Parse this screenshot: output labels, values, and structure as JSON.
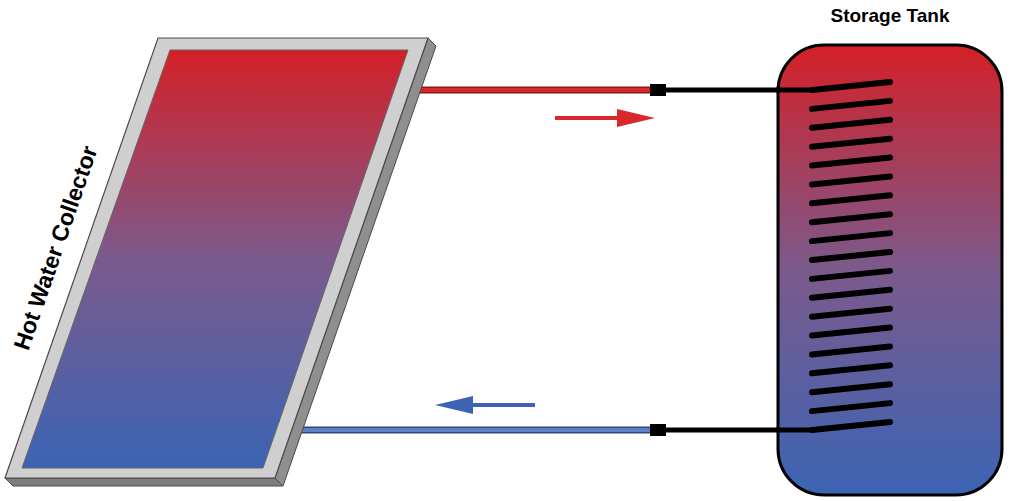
{
  "diagram": {
    "nodes": [
      {
        "text": [
          "Hot Water Collector"
        ]
      },
      {
        "text": [
          "Storage Tank"
        ]
      }
    ],
    "edges": [
      {
        "from": 0,
        "to": 1,
        "arrow": "to"
      },
      {
        "from": 1,
        "to": 0,
        "arrow": "to"
      }
    ]
  }
}
